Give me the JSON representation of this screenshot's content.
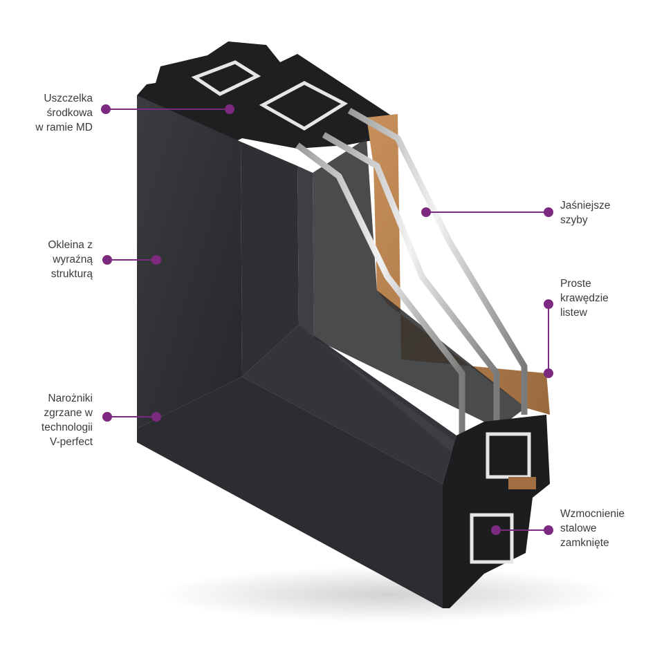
{
  "accent_color": "#7c2a7f",
  "callouts": [
    {
      "id": "gasket",
      "lines": [
        "Uszczelka",
        "środkowa",
        "w ramie MD"
      ]
    },
    {
      "id": "foil",
      "lines": [
        "Okleina z",
        "wyraźną",
        "strukturą"
      ]
    },
    {
      "id": "corners",
      "lines": [
        "Narożniki",
        "zgrzane w",
        "technologii",
        "V-perfect"
      ]
    },
    {
      "id": "glass",
      "lines": [
        "Jaśniejsze",
        "szyby"
      ]
    },
    {
      "id": "beads",
      "lines": [
        "Proste",
        "krawędzie",
        "listew"
      ]
    },
    {
      "id": "steel",
      "lines": [
        "Wzmocnienie",
        "stalowe",
        "zamknięte"
      ]
    }
  ]
}
